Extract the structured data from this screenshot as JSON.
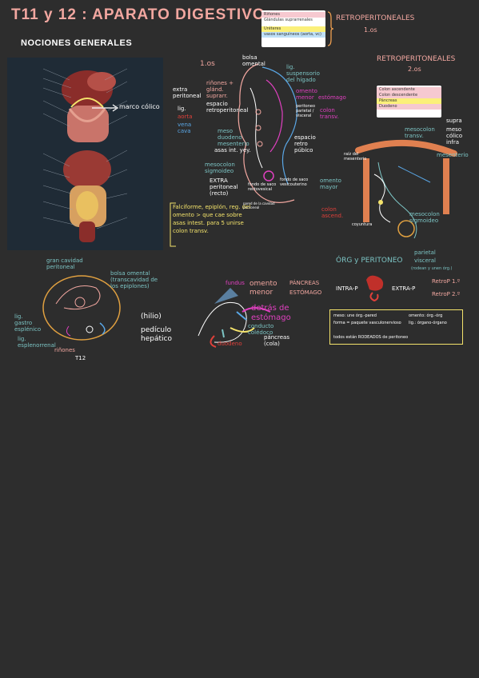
{
  "header": {
    "title": "T11 y 12 : APARATO DIGESTIVO",
    "subtitle": "NOCIONES GENERALES"
  },
  "retro_primary": {
    "heading": "RETROPERITONEALES",
    "ordinal": "1.os",
    "card_rows": [
      {
        "text": "Riñones",
        "highlight": "pink"
      },
      {
        "text": "Glándulas suprarrenales",
        "highlight": "none"
      },
      {
        "text": "Uréteres",
        "highlight": "yellow"
      },
      {
        "text": "vasos sanguíneos (aorta, vc)",
        "highlight": "blue"
      }
    ]
  },
  "retro_secondary": {
    "heading": "RETROPERITONEALES",
    "ordinal": "2.os",
    "card_rows": [
      {
        "text": "Colon ascendente",
        "highlight": "pink"
      },
      {
        "text": "Colon descendente",
        "highlight": "pink"
      },
      {
        "text": "Páncreas",
        "highlight": "yellow"
      },
      {
        "text": "Duodeno",
        "highlight": "pink"
      }
    ]
  },
  "anatomy_figure": {
    "annotation": "marco cólico"
  },
  "sagittal_diagram": {
    "label_1os": "1.os",
    "labels": [
      "bolsa omental",
      "lig. suspensorio del hígado",
      "riñones + glánd. suprarr.",
      "espacio retroperitoneal",
      "extra peritoneal",
      "aorta",
      "vena cava",
      "lig.",
      "meso duodeno",
      "mesenterio",
      "asas int. yey.",
      "mesocolon sigmoideo",
      "EXTRA peritoneal (recto)",
      "fondo de saco rectovesical",
      "fondo de saco vesicouterino",
      "omento menor",
      "estómago",
      "colon transv.",
      "espacio retro púbico",
      "peritoneo parietal / visceral",
      "pared de la cavidad peritoneal"
    ]
  },
  "note": {
    "text": "Falciforme, epiplón, reg. del omento > que cae sobre asas intest. para 5 unirse colon transv."
  },
  "frontal_diagram": {
    "labels": [
      "supra",
      "meso cólico",
      "infra",
      "mesocolon transv.",
      "mesenterio",
      "mesocolon sigmoideo",
      "omento mayor",
      "colon ascend.",
      "raíz del mesenterio",
      "coyuntura"
    ]
  },
  "peritoneum_summary": {
    "heading": "ÓRG y PERITONEO",
    "parietal": "parietal",
    "visceral": "visceral",
    "fold_note": "(rodean y unen órg.)",
    "intra": "INTRA-P",
    "extra": "EXTRA-P",
    "retro1": "RetroP 1.º",
    "retro2": "RetroP 2.º",
    "box_lines": [
      "meso: une órg.-pared",
      "omento: órg.-órg",
      "forma = paquete vasculonervioso",
      "lig.: órgano-órgano",
      "todos están RODEADOS de peritoneo"
    ]
  },
  "cross_section": {
    "labels": [
      "gran cavidad peritoneal",
      "bolsa omental (transcavidad de los epiplones)",
      "lig. gastro esplénico",
      "lig. esplenorrenal",
      "riñones",
      "T12"
    ]
  },
  "omentum_diagram": {
    "labels": [
      "(hilio)",
      "pedículo hepático",
      "fundus",
      "omento menor",
      "PÁNCREAS",
      "ESTÓMAGO",
      "detrás de estómago",
      "conducto colédoco",
      "páncreas (cola)",
      "duodeno"
    ]
  },
  "colors": {
    "background": "#2d2d2d",
    "title": "#f2a7a0",
    "accent_yellow": "#f4e36b",
    "accent_blue": "#5aa7e6",
    "accent_magenta": "#e040c0"
  }
}
